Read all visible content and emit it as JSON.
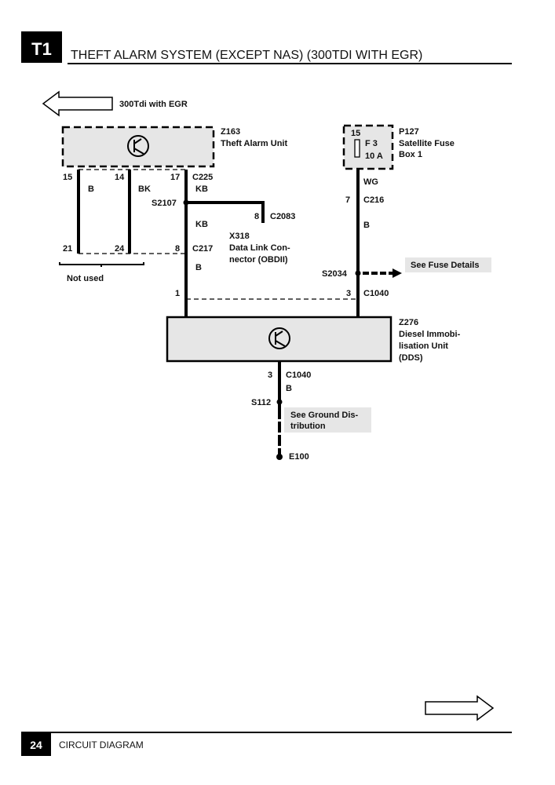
{
  "header": {
    "badge": "T1",
    "title": "THEFT ALARM SYSTEM (EXCEPT NAS) (300TDI WITH EGR)"
  },
  "nav": {
    "prev_label": "300Tdi with EGR"
  },
  "z163": {
    "id": "Z163",
    "name": "Theft Alarm Unit",
    "connector_top": "C225",
    "connector_bottom": "C217",
    "pins": {
      "p15": "15",
      "p14": "14",
      "p17": "17",
      "p21": "21",
      "p24": "24",
      "p8": "8"
    },
    "wires": {
      "w15": "B",
      "w14": "BK",
      "w17": "KB",
      "w17b": "KB",
      "w8": "B"
    },
    "not_used": "Not used"
  },
  "s2107": "S2107",
  "x318": {
    "pin": "8",
    "connector": "C2083",
    "id": "X318",
    "line1": "Data Link Con-",
    "line2": "nector (OBDII)"
  },
  "p127": {
    "id": "P127",
    "line1": "Satellite Fuse",
    "line2": "Box 1",
    "pin": "15",
    "fuse": "F 3",
    "rating": "10 A"
  },
  "fuse_wire": {
    "color1": "WG",
    "pin": "7",
    "connector": "C216",
    "color2": "B",
    "splice": "S2034",
    "link": "See Fuse Details"
  },
  "c1040_top": {
    "pin_left": "1",
    "pin_right": "3",
    "connector": "C1040"
  },
  "z276": {
    "id": "Z276",
    "line1": "Diesel Immobi-",
    "line2": "lisation Unit",
    "line3": "(DDS)"
  },
  "ground": {
    "pin": "3",
    "connector": "C1040",
    "color": "B",
    "splice": "S112",
    "link1": "See Ground Dis-",
    "link2": "tribution",
    "earth": "E100"
  },
  "footer": {
    "page": "24",
    "section": "CIRCUIT DIAGRAM"
  }
}
